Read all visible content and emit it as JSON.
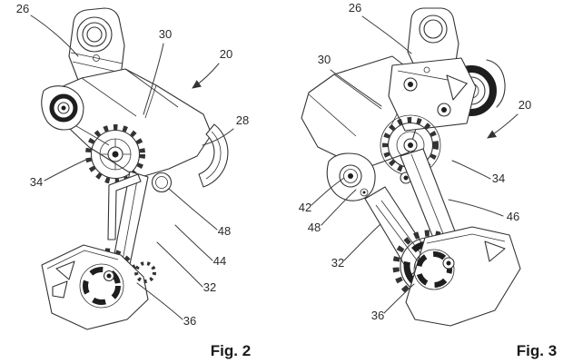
{
  "page": {
    "background_color": "#ffffff",
    "line_color": "#333333",
    "label_color": "#2b2b2b",
    "content": "two patent-style line drawings of a bicycle rear derailleur"
  },
  "figures": [
    {
      "id": "fig2",
      "caption": "Fig. 2",
      "reference_numerals": [
        "26",
        "30",
        "20",
        "28",
        "34",
        "48",
        "44",
        "32",
        "36"
      ]
    },
    {
      "id": "fig3",
      "caption": "Fig. 3",
      "reference_numerals": [
        "26",
        "30",
        "20",
        "34",
        "42",
        "48",
        "32",
        "36",
        "46"
      ]
    }
  ]
}
